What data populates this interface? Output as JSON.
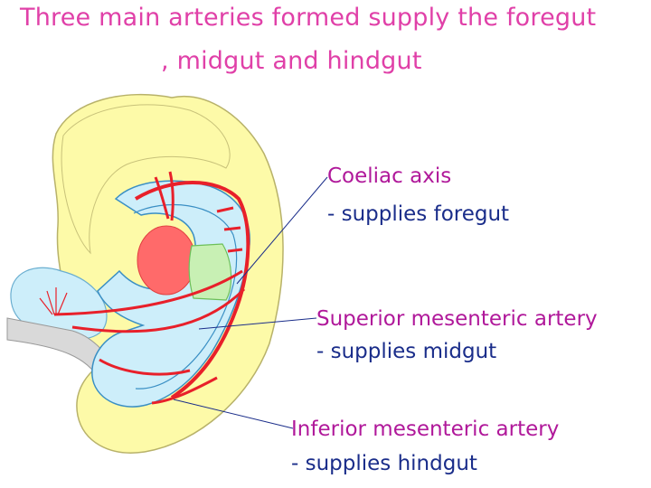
{
  "title": {
    "line1": "Three main arteries formed supply the foregut",
    "line2": ", midgut and hindgut"
  },
  "labels": [
    {
      "name": "Coeliac axis",
      "desc": "-  supplies foregut"
    },
    {
      "name": "Superior mesenteric artery",
      "desc": "-  supplies midgut"
    },
    {
      "name": "Inferior mesenteric artery",
      "desc": "-  supplies hindgut"
    }
  ],
  "colors": {
    "title": "#e040a8",
    "label": "#b0189a",
    "description": "#1a2d8a",
    "embryo_body": "#fdfaa8",
    "gut": "#cdeefa",
    "gut_outline": "#3a8fc4",
    "artery": "#e8202a",
    "heart": "#ff6a6a",
    "liver": "#c8f0b4"
  }
}
